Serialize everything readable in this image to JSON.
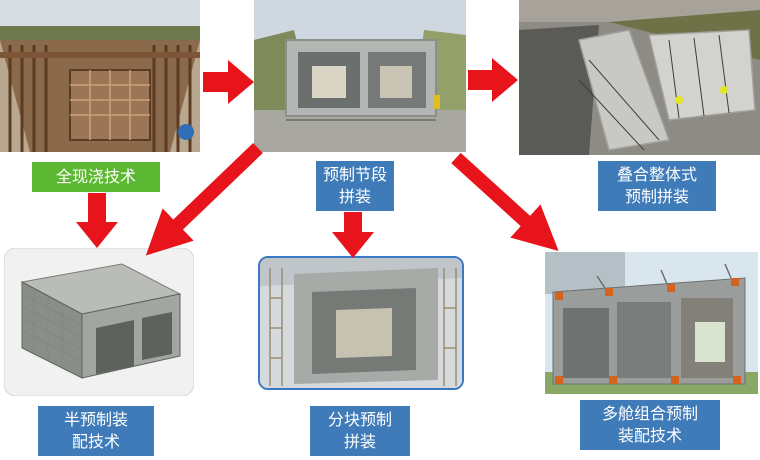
{
  "labels": {
    "cast_in_place": "全现浇技术",
    "precast_segment": [
      "预制节段",
      "拼装"
    ],
    "composite_precast": [
      "叠合整体式",
      "预制拼装"
    ],
    "semi_precast": [
      "半预制装",
      "配技术"
    ],
    "block_precast": [
      "分块预制",
      "拼装"
    ],
    "multi_cabin": [
      "多舱组合预制",
      "装配技术"
    ]
  },
  "colors": {
    "arrow": "#e8141b",
    "label_blue": "#3f7bb8",
    "label_green": "#5cb832"
  }
}
